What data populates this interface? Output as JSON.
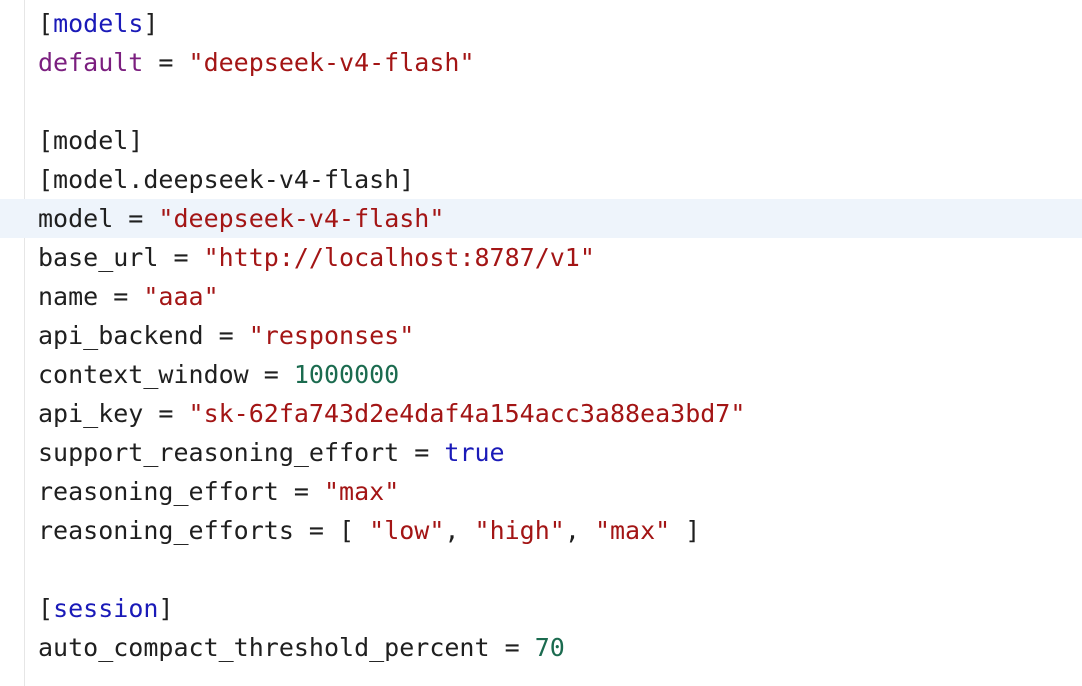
{
  "colors": {
    "background": "#ffffff",
    "current_line": "#eef4fb",
    "text": "#1f1f1f",
    "section_name": "#1a1ab8",
    "key_accent": "#7b1f7f",
    "string": "#a31515",
    "number": "#1b6b4f",
    "boolean": "#1a1ab8"
  },
  "lines": [
    {
      "tokens": [
        {
          "t": "[",
          "k": "plain"
        },
        {
          "t": "models",
          "k": "section"
        },
        {
          "t": "]",
          "k": "plain"
        }
      ]
    },
    {
      "tokens": [
        {
          "t": "default",
          "k": "key-accent"
        },
        {
          "t": " = ",
          "k": "plain"
        },
        {
          "t": "\"deepseek-v4-flash\"",
          "k": "string"
        }
      ]
    },
    {
      "tokens": []
    },
    {
      "tokens": [
        {
          "t": "[model]",
          "k": "plain"
        }
      ]
    },
    {
      "tokens": [
        {
          "t": "[model.deepseek-v4-flash]",
          "k": "plain"
        }
      ]
    },
    {
      "current": true,
      "tokens": [
        {
          "t": "model = ",
          "k": "plain"
        },
        {
          "t": "\"deepseek-v4-flash\"",
          "k": "string"
        }
      ]
    },
    {
      "tokens": [
        {
          "t": "base_url = ",
          "k": "plain"
        },
        {
          "t": "\"http://localhost:8787/v1\"",
          "k": "string"
        }
      ]
    },
    {
      "tokens": [
        {
          "t": "name = ",
          "k": "plain"
        },
        {
          "t": "\"aaa\"",
          "k": "string"
        }
      ]
    },
    {
      "tokens": [
        {
          "t": "api_backend = ",
          "k": "plain"
        },
        {
          "t": "\"responses\"",
          "k": "string"
        }
      ]
    },
    {
      "tokens": [
        {
          "t": "context_window = ",
          "k": "plain"
        },
        {
          "t": "1000000",
          "k": "number"
        }
      ]
    },
    {
      "tokens": [
        {
          "t": "api_key = ",
          "k": "plain"
        },
        {
          "t": "\"sk-62fa743d2e4daf4a154acc3a88ea3bd7\"",
          "k": "string"
        }
      ]
    },
    {
      "tokens": [
        {
          "t": "support_reasoning_effort = ",
          "k": "plain"
        },
        {
          "t": "true",
          "k": "bool"
        }
      ]
    },
    {
      "tokens": [
        {
          "t": "reasoning_effort = ",
          "k": "plain"
        },
        {
          "t": "\"max\"",
          "k": "string"
        }
      ]
    },
    {
      "tokens": [
        {
          "t": "reasoning_efforts = [ ",
          "k": "plain"
        },
        {
          "t": "\"low\"",
          "k": "string"
        },
        {
          "t": ", ",
          "k": "plain"
        },
        {
          "t": "\"high\"",
          "k": "string"
        },
        {
          "t": ", ",
          "k": "plain"
        },
        {
          "t": "\"max\"",
          "k": "string"
        },
        {
          "t": " ]",
          "k": "plain"
        }
      ]
    },
    {
      "tokens": []
    },
    {
      "tokens": [
        {
          "t": "[",
          "k": "plain"
        },
        {
          "t": "session",
          "k": "section"
        },
        {
          "t": "]",
          "k": "plain"
        }
      ]
    },
    {
      "tokens": [
        {
          "t": "auto_compact_threshold_percent = ",
          "k": "plain"
        },
        {
          "t": "70",
          "k": "number"
        }
      ]
    }
  ]
}
